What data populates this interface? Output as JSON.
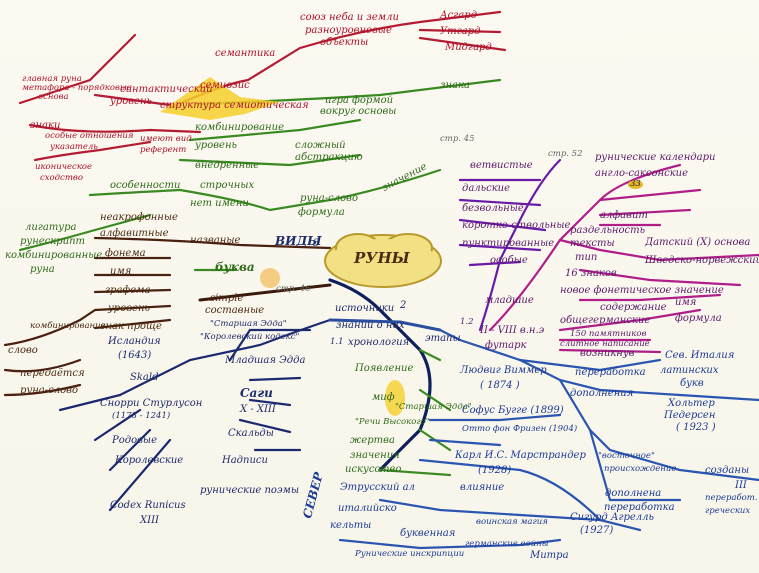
{
  "center": {
    "label": "РУНЫ"
  },
  "nodes": {
    "semiozis": "семиозис",
    "structure_semiotic": "структура семиотическая",
    "semantika": "семантика",
    "soyuz_neba": "союз неба и земли",
    "raznourovnevye": "разноуровневые",
    "obekty": "объекты",
    "asgard": "Асгард",
    "utgard": "Утгард",
    "midgard": "Мидгард",
    "glavnaya_runa": "главная руна",
    "metafora": "метафора - порядковые",
    "osnova": "основа",
    "sintaktichesky": "синтактический",
    "uroven_syn": "уровень",
    "znaki": "знаки",
    "osobye_otnosheniya": "особые отношения",
    "ukazatel": "указатель",
    "imeyut_vid": "имеют вид",
    "referent": "референт",
    "ikonicheskoe": "иконическое",
    "skhodstvo": "сходство",
    "igra_formoy": "игра формой",
    "vokrug_osnovy": "вокруг основы",
    "znaka": "знака",
    "kombinirovanie": "комбинирование",
    "uroven2": "уровень",
    "slozhnyy": "сложный",
    "abstraktsiya": "абстракцию",
    "vnedrennye": "внедренные",
    "strochnye": "строчных",
    "net_imeni": "нет имени",
    "runa_slovo": "руна-слово",
    "formula": "формула",
    "osobennosti": "особенности",
    "znachenie": "значение",
    "str45": "стр. 45",
    "ligatura": "лигатура",
    "runeskript": "рунескрипт",
    "kombinirovannye": "комбинированные",
    "runa": "руна",
    "neakrofony": "неакрофонные",
    "alfavitnye": "алфавитные",
    "nazvye": "названые",
    "fonema": "фонема",
    "imya": "имя",
    "grafema": "графема",
    "uroven3": "уровень",
    "znak_proshche": "знак проще",
    "bukva": "буква",
    "vidy": "ВИДЫ",
    "vidy_num": "3",
    "simple": "simple",
    "sostavnye": "составные",
    "str46": "стр. 46",
    "kombinirovanie2": "комбинирование",
    "slovo": "слово",
    "peredetsa": "передаётся",
    "runa_slovo2": "руна-слово",
    "islandia": "Исландия",
    "islandia_year": "(1643)",
    "starshaya_edda": "\"Старшая Эдда\"",
    "korolevsky_kodeks": "\"Королевский кодекс\"",
    "mladshaya_edda": "Младшая Эдда",
    "skald": "Skald",
    "snorri": "Снорри Стурлусон",
    "snorri_years": "(1178 - 1241)",
    "sagi": "Саги",
    "sagi_range": "X - XIII",
    "rodovye": "Родовые",
    "skaldy": "Скальды",
    "korolevskie": "Королевские",
    "nadpisi": "Надписи",
    "codex": "Codex Runicus",
    "codex_num": "XIII",
    "runicheskie_poemy": "рунические поэмы",
    "istochniki": "источники",
    "istochniki_num": "2",
    "znaniy": "знаний о них",
    "khronologiya": "хронология",
    "khron_num": "1.1",
    "etapy": "этапы",
    "poyavlenie": "Появление",
    "mif": "миф",
    "mif_edda": "\"Старшая Эдда\"",
    "rech_visokogo": "\"Речи Высокого\"",
    "zhertva": "жертва",
    "znacheniya": "значения",
    "iskusstvo": "искусство",
    "sever": "СЕВЕР",
    "etrussky": "Этрусский ал",
    "italiysky": "италийско",
    "kelty": "кельты",
    "vliyanie": "влияние",
    "bukvennaya": "буквенная",
    "voinskaya": "воинская магия",
    "germanskie": "германские войны",
    "runicheskie_inscr": "Рунические инскрипции",
    "mifr": "Митра",
    "ludwig": "Людвиг Виммер",
    "ludwig_year": "( 1874 )",
    "sofus": "Софус Бугге (1899)",
    "otto": "Отто фон Фризен (1904)",
    "karl": "Карл И.С. Марстрандер",
    "karl_year": "(1928)",
    "sigurd": "Сигурд Агрелль",
    "sigurd_year": "(1927)",
    "pererabotka": "переработка",
    "dopolnenia": "дополнения",
    "vostochnoe": "\"восточное\"",
    "proiskhozhdenie": "происхождение",
    "dopolnena": "дополнена",
    "pererabotka2": "переработка",
    "sev_italiya": "Сев. Италия",
    "latinskih": "латинских",
    "bukv": "букв",
    "holter": "Хольтер",
    "pedersen": "Педерсен",
    "pedersen_year": "( 1923 )",
    "sozdany": "созданы",
    "iii": "III",
    "pererabot2": "переработ.",
    "grecheskih": "греческих",
    "vetvistye": "ветвистые",
    "str52": "стр. 52",
    "dalskie": "дальские",
    "bezvolnye": "безвольные",
    "korotkostvolnye": "коротко ствольные",
    "punktirovannye": "пунктированные",
    "osobye": "особые",
    "mladshie": "младшие",
    "futark": "футарк",
    "futark_period": "II - VIII в.н.э",
    "runicheskie_kalendari": "рунические календари",
    "anglo_saksonskie": "англо-саксонские",
    "anglo_num": "33",
    "alfavit": "алфавит",
    "razdelnost": "раздельность",
    "teksty": "тексты",
    "tip": "тип",
    "dotsky": "Датский (X) основа",
    "shvedo": "Шведско-норвежский",
    "16_znakov": "16 знаков",
    "novoe": "новое фонетическое значение",
    "soderzhanie": "содержание",
    "obshchegermanskie": "общегерманские",
    "150_pamyatnikov": "150 памятников",
    "slitnoe": "слитное написание",
    "imya2": "имя",
    "formula2": "формула",
    "vozniknuv": "возникнув",
    "num_12": "1.2"
  }
}
